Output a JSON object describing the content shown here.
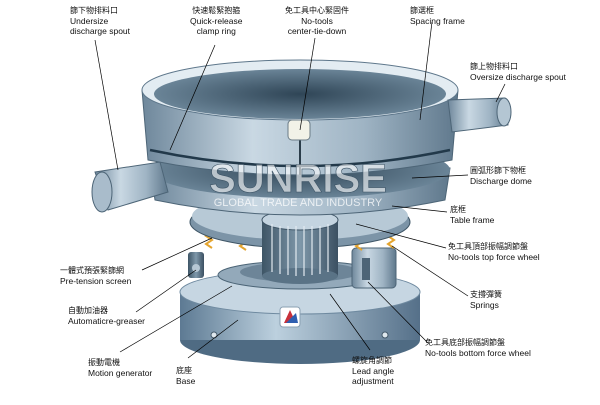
{
  "watermark": {
    "brand": "SUNRISE",
    "tagline": "GLOBAL TRADE AND INDUSTRY"
  },
  "labels": {
    "undersize": {
      "zh": "篩下物排料口",
      "en1": "Undersize",
      "en2": "discharge spout"
    },
    "clamp": {
      "zh": "快速鬆緊抱箍",
      "en1": "Quick-release",
      "en2": "clamp ring"
    },
    "centertie": {
      "zh": "免工具中心緊固件",
      "en1": "No-tools",
      "en2": "center-tie-down"
    },
    "spacing": {
      "zh": "篩選框",
      "en1": "Spacing frame"
    },
    "oversize": {
      "zh": "篩上物排料口",
      "en1": "Oversize discharge spout"
    },
    "dome": {
      "zh": "圓弧形篩下物框",
      "en1": "Discharge dome"
    },
    "table": {
      "zh": "底框",
      "en1": "Table frame"
    },
    "topforce": {
      "zh": "免工具頂部振幅調節盤",
      "en1": "No-tools top force wheel"
    },
    "pretension": {
      "zh": "一體式預張緊篩網",
      "en1": "Pre-tension screen"
    },
    "springs": {
      "zh": "支撐彈簧",
      "en1": "Springs"
    },
    "greaser": {
      "zh": "自動加油器",
      "en1": "Automaticre-greaser"
    },
    "bottomforce": {
      "zh": "免工具底部振幅調節盤",
      "en1": "No-tools bottom force wheel"
    },
    "motor": {
      "zh": "振動電機",
      "en1": "Motion generator"
    },
    "base": {
      "zh": "底座",
      "en1": "Base"
    },
    "leadangle": {
      "zh": "螺旋角調節",
      "en1": "Lead angle",
      "en2": "adjustment"
    }
  },
  "colors": {
    "steel_dark": "#6f8aa0",
    "steel_mid": "#9fb6c8",
    "steel_light": "#d6e2ea",
    "leader": "#000000",
    "logo_red": "#c8303a",
    "logo_blue": "#2f5fb0"
  }
}
